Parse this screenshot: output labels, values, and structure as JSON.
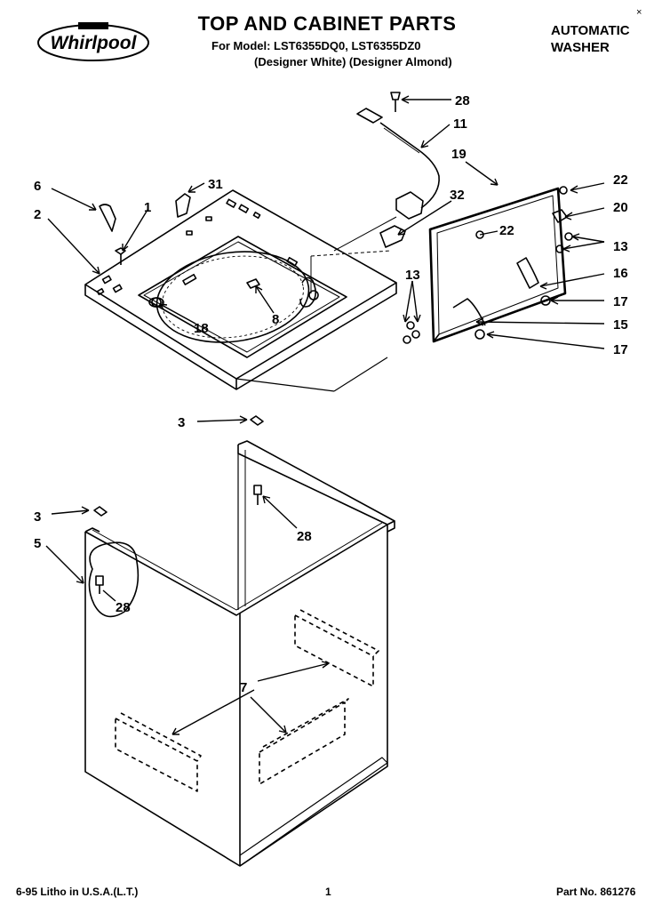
{
  "header": {
    "title": "TOP AND CABINET PARTS",
    "model_line": "For Model: LST6355DQ0, LST6355DZ0",
    "finish_line": "(Designer White) (Designer Almond)",
    "product_line1": "AUTOMATIC",
    "product_line2": "WASHER",
    "corner_mark": "×"
  },
  "brand": {
    "name": "Whirlpool"
  },
  "callouts": [
    {
      "label": "28"
    },
    {
      "label": "11"
    },
    {
      "label": "19"
    },
    {
      "label": "22"
    },
    {
      "label": "6"
    },
    {
      "label": "31"
    },
    {
      "label": "1"
    },
    {
      "label": "2"
    },
    {
      "label": "32"
    },
    {
      "label": "20"
    },
    {
      "label": "22"
    },
    {
      "label": "13"
    },
    {
      "label": "16"
    },
    {
      "label": "13"
    },
    {
      "label": "17"
    },
    {
      "label": "8"
    },
    {
      "label": "18"
    },
    {
      "label": "15"
    },
    {
      "label": "17"
    },
    {
      "label": "3"
    },
    {
      "label": "28"
    },
    {
      "label": "3"
    },
    {
      "label": "5"
    },
    {
      "label": "28"
    },
    {
      "label": "7"
    }
  ],
  "footer": {
    "litho": "6-95 Litho in U.S.A.(L.T.)",
    "page": "1",
    "part_number": "Part No. 861276"
  }
}
